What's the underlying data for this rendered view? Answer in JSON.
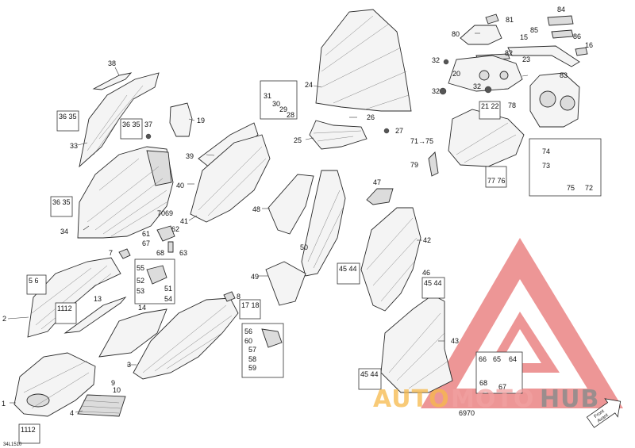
{
  "diagram": {
    "caption": "34L1510",
    "front_label_1": "Front",
    "front_label_2": "Avant",
    "watermark": {
      "part1": "AUTO",
      "part2": "MOTO",
      "part3": "HUB",
      "colors": {
        "auto": "#f6b84a",
        "moto": "#f0a0a0",
        "hub": "#8c8c8c",
        "logo": "#e35b5b"
      }
    },
    "callouts": {
      "c1": "1",
      "c2": "2",
      "c3": "3",
      "c4": "4",
      "c7": "7",
      "c8": "8",
      "c13": "13",
      "c14": "14",
      "c15": "15",
      "c16": "16",
      "c19": "19",
      "c20": "20",
      "c23": "23",
      "c24": "24",
      "c25": "25",
      "c26": "26",
      "c27": "27",
      "c31": "31",
      "c30": "30",
      "c29": "29",
      "c28": "28",
      "c32a": "32",
      "c32b": "32",
      "c32c": "32",
      "c33": "33",
      "c34": "34",
      "c37": "37",
      "c38": "38",
      "c39": "39",
      "c40": "40",
      "c41": "41",
      "c42": "42",
      "c43": "43",
      "c46": "46",
      "c47": "47",
      "c48": "48",
      "c49": "49",
      "c50": "50",
      "c61": "61",
      "c62": "62",
      "c67": "67",
      "c63": "63",
      "c68": "68",
      "c7069": "7069",
      "c6970": "6970",
      "c71_75": "71→75",
      "c72": "72",
      "c73": "73",
      "c74": "74",
      "c75": "75",
      "c78": "78",
      "c79": "79",
      "c80": "80",
      "c81": "81",
      "c82": "82",
      "c83": "83",
      "c84": "84",
      "c85": "85",
      "c86": "86",
      "c51": "51",
      "c52": "52",
      "c53": "53",
      "c54": "54",
      "c55": "55",
      "c56": "56",
      "c57": "57",
      "c58": "58",
      "c59": "59",
      "c60": "60",
      "c9": "9",
      "c10": "10",
      "c64": "64",
      "c65": "65",
      "c66": "66",
      "c68b": "68",
      "c67b": "67"
    },
    "boxes": {
      "b3635a": "36 35",
      "b3635b": "36 35",
      "b3635c": "36 35",
      "b56": "5 6",
      "b1112a": "1112",
      "b1112b": "1112",
      "b2122": "21 22",
      "b7776": "77 76",
      "b4544a": "45 44",
      "b4544b": "45 44",
      "b4544c": "45 44",
      "b1718": "17 18"
    }
  }
}
